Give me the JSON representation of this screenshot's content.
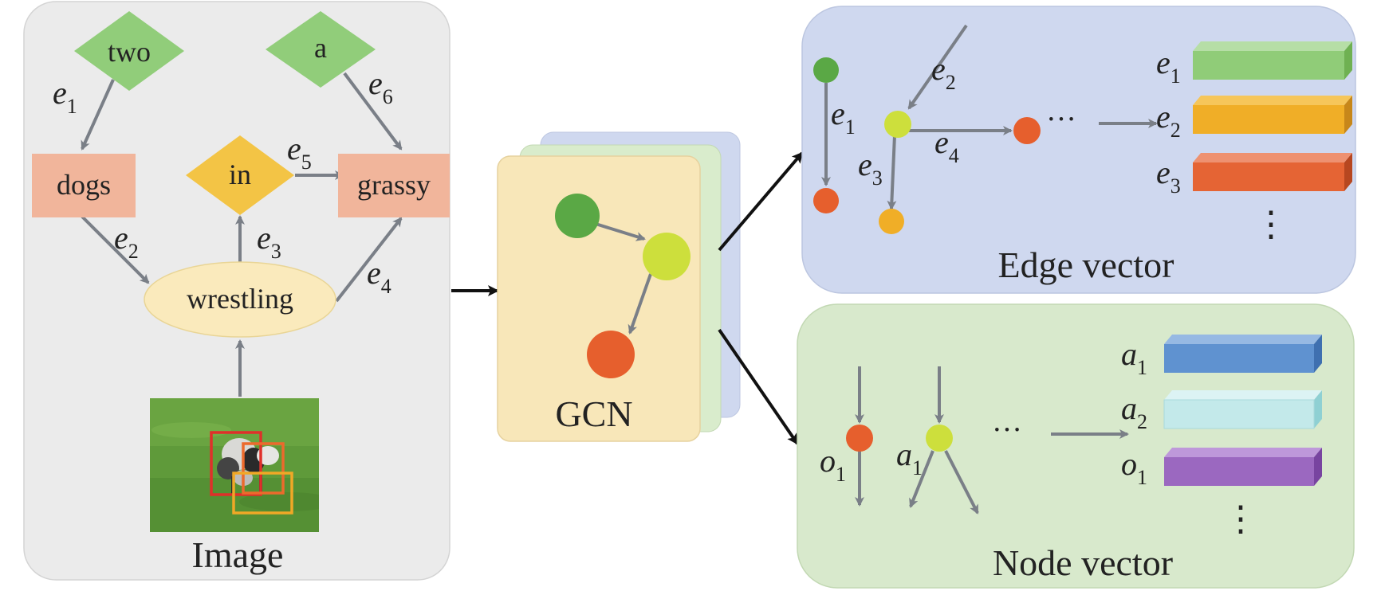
{
  "scene_graph": {
    "caption": "Image",
    "nodes": {
      "two": "two",
      "a": "a",
      "dogs": "dogs",
      "in": "in",
      "grassy": "grassy",
      "wrestling": "wrestling"
    },
    "edges": [
      {
        "var": "e",
        "sub": "1"
      },
      {
        "var": "e",
        "sub": "2"
      },
      {
        "var": "e",
        "sub": "3"
      },
      {
        "var": "e",
        "sub": "4"
      },
      {
        "var": "e",
        "sub": "5"
      },
      {
        "var": "e",
        "sub": "6"
      }
    ]
  },
  "gcn": {
    "label": "GCN"
  },
  "edge_panel": {
    "caption": "Edge vector",
    "graph_edges": [
      {
        "var": "e",
        "sub": "1"
      },
      {
        "var": "e",
        "sub": "2"
      },
      {
        "var": "e",
        "sub": "3"
      },
      {
        "var": "e",
        "sub": "4"
      }
    ],
    "ellipsis_h": "···",
    "ellipsis_v": "⋮",
    "vectors": [
      {
        "var": "e",
        "sub": "1",
        "color": "#90cc78"
      },
      {
        "var": "e",
        "sub": "2",
        "color": "#f0ae27"
      },
      {
        "var": "e",
        "sub": "3",
        "color": "#e56434"
      }
    ]
  },
  "node_panel": {
    "caption": "Node vector",
    "node_labels": [
      {
        "var": "o",
        "sub": "1"
      },
      {
        "var": "a",
        "sub": "1"
      }
    ],
    "ellipsis_h": "···",
    "ellipsis_v": "⋮",
    "vectors": [
      {
        "var": "a",
        "sub": "1",
        "color": "#5f92d0"
      },
      {
        "var": "a",
        "sub": "2",
        "color": "#c3e9ea"
      },
      {
        "var": "o",
        "sub": "1",
        "color": "#9b68c0"
      }
    ]
  },
  "colors": {
    "left_panel": "#ebebeb",
    "edge_panel": "#cfd8ef",
    "node_panel": "#d8e9cc",
    "gcn_front": "#f8e7b9",
    "gcn_mid": "#d9eccc",
    "gcn_back": "#cfd8ef",
    "diamond_green": "#91cd7a",
    "diamond_yellow": "#f3c445",
    "rect_salmon": "#f1b59b",
    "ellipse_cream": "#faeabc",
    "arrow_gray": "#7a7f87",
    "node_dark_green": "#5aa845",
    "node_lime": "#cddf3c",
    "node_orange": "#e65f2d",
    "node_yellow_orange": "#f0ae27"
  }
}
